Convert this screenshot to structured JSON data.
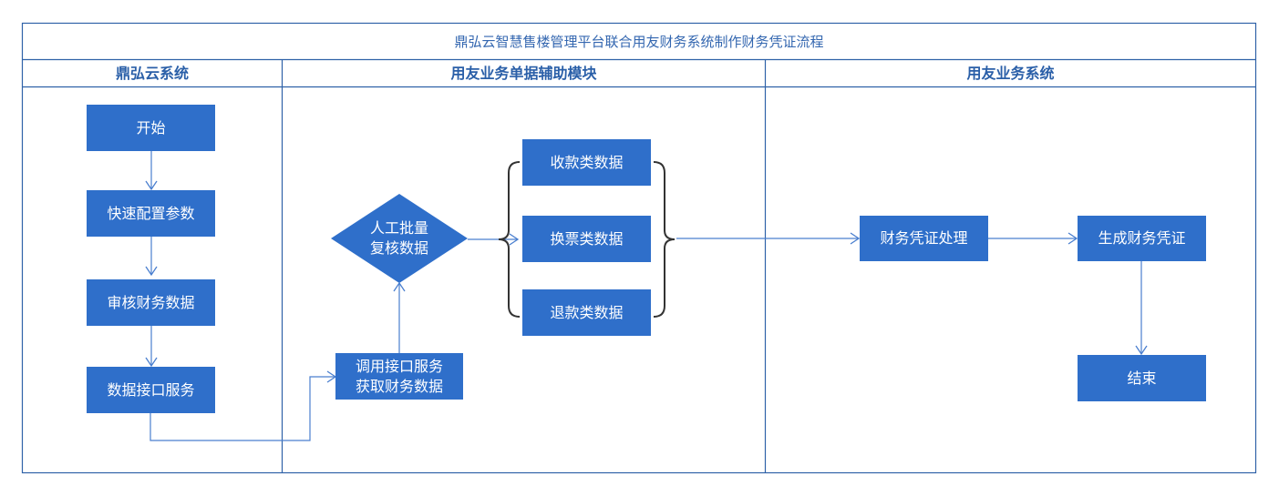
{
  "title": "鼎弘云智慧售楼管理平台联合用友财务系统制作财务凭证流程",
  "lanes": [
    "鼎弘云系统",
    "用友业务单据辅助模块",
    "用友业务系统"
  ],
  "nodes": {
    "start": "开始",
    "config": "快速配置参数",
    "review": "审核财务数据",
    "api": "数据接口服务",
    "call": "调用接口服务\n获取财务数据",
    "manual": "人工批量\n复核数据",
    "receipt": "收款类数据",
    "exchange": "换票类数据",
    "refund": "退款类数据",
    "process": "财务凭证处理",
    "generate": "生成财务凭证",
    "end": "结束"
  },
  "colors": {
    "border": "#2f62a8",
    "box": "#2f6fca",
    "box_text": "#ffffff",
    "header_text": "#2a5fa8"
  }
}
